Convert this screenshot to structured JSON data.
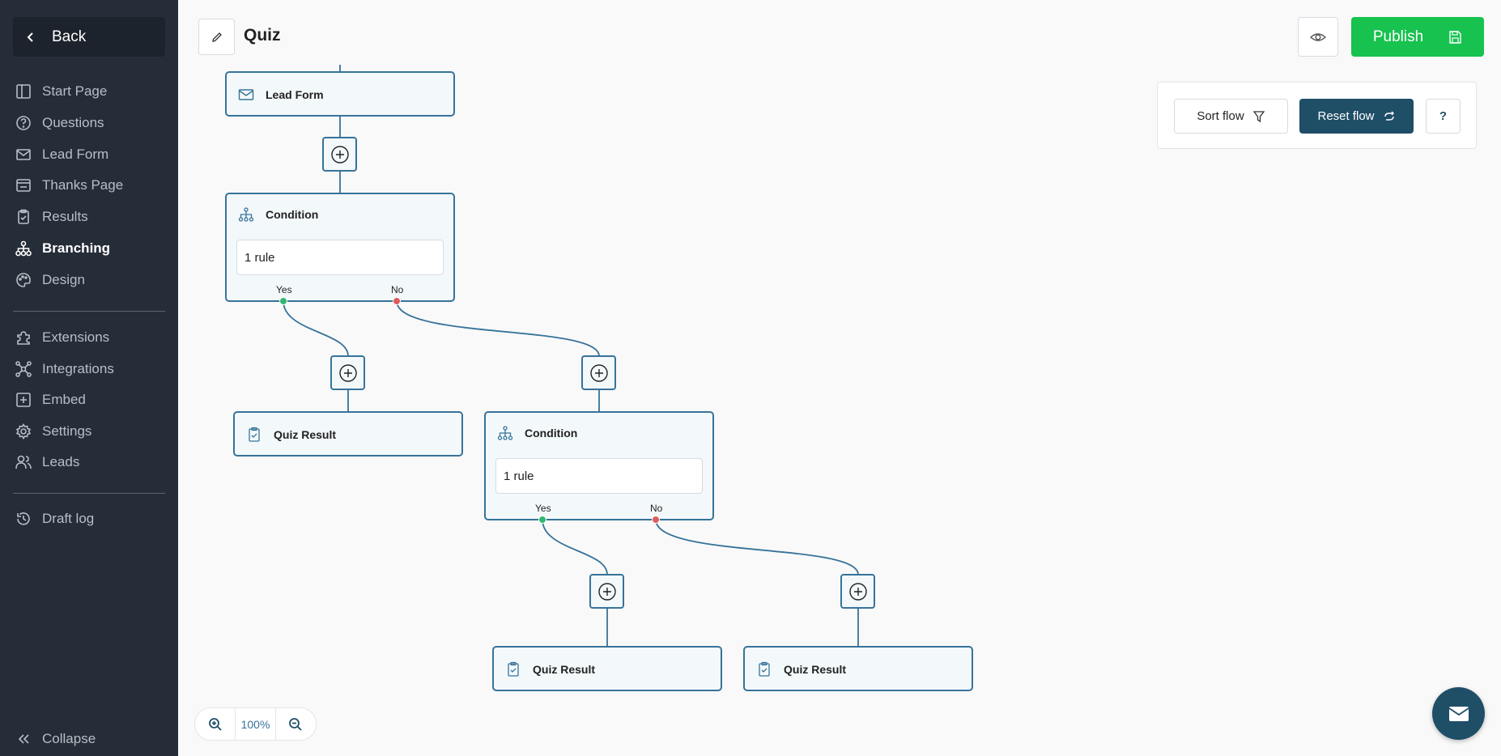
{
  "sidebar": {
    "back_label": "Back",
    "items": [
      {
        "label": "Start Page",
        "icon": "layout-icon"
      },
      {
        "label": "Questions",
        "icon": "question-icon"
      },
      {
        "label": "Lead Form",
        "icon": "mail-icon"
      },
      {
        "label": "Thanks Page",
        "icon": "tray-icon"
      },
      {
        "label": "Results",
        "icon": "clipboard-icon"
      },
      {
        "label": "Branching",
        "icon": "hierarchy-icon",
        "active": true
      },
      {
        "label": "Design",
        "icon": "palette-icon"
      },
      {
        "label": "Extensions",
        "icon": "puzzle-icon"
      },
      {
        "label": "Integrations",
        "icon": "network-icon"
      },
      {
        "label": "Embed",
        "icon": "plus-square-icon"
      },
      {
        "label": "Settings",
        "icon": "gear-icon"
      },
      {
        "label": "Leads",
        "icon": "users-icon"
      },
      {
        "label": "Draft log",
        "icon": "history-icon"
      }
    ],
    "collapse_label": "Collapse"
  },
  "header": {
    "title": "Quiz",
    "publish_label": "Publish"
  },
  "flow_toolbar": {
    "sort_label": "Sort flow",
    "reset_label": "Reset flow",
    "help_label": "?"
  },
  "flow": {
    "lead_form": "Lead Form",
    "condition_1": {
      "title": "Condition",
      "rule": "1 rule",
      "yes": "Yes",
      "no": "No"
    },
    "quiz_result_1": "Quiz Result",
    "condition_2": {
      "title": "Condition",
      "rule": "1 rule",
      "yes": "Yes",
      "no": "No"
    },
    "quiz_result_2": "Quiz Result",
    "quiz_result_3": "Quiz Result"
  },
  "zoom": {
    "level": "100%"
  },
  "colors": {
    "sidebar_bg": "#252d38",
    "accent": "#1f4e67",
    "publish": "#17c24f",
    "node_border": "#37739a",
    "yes_dot": "#2dba6f",
    "no_dot": "#e05b5b"
  }
}
